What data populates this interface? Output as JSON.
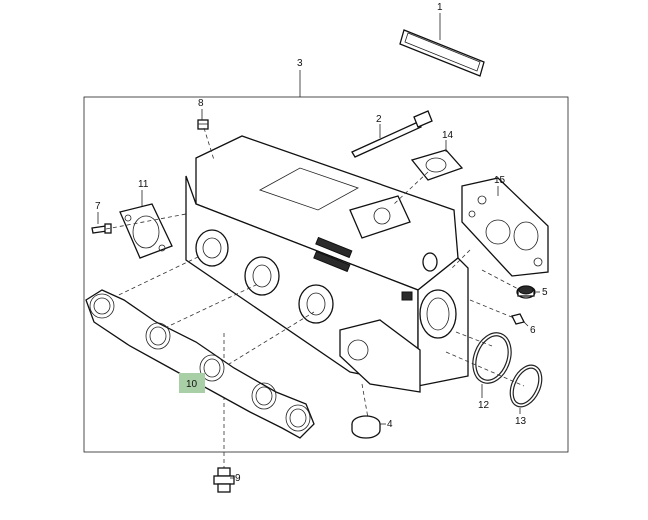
{
  "diagram": {
    "callouts": {
      "c1": "1",
      "c2": "2",
      "c3": "3",
      "c4": "4",
      "c5": "5",
      "c6": "6",
      "c7": "7",
      "c8": "8",
      "c9": "9",
      "c10": "10",
      "c11": "11",
      "c12": "12",
      "c13": "13",
      "c14": "14",
      "c15": "15"
    },
    "highlight_color": "#a9cfa6"
  }
}
